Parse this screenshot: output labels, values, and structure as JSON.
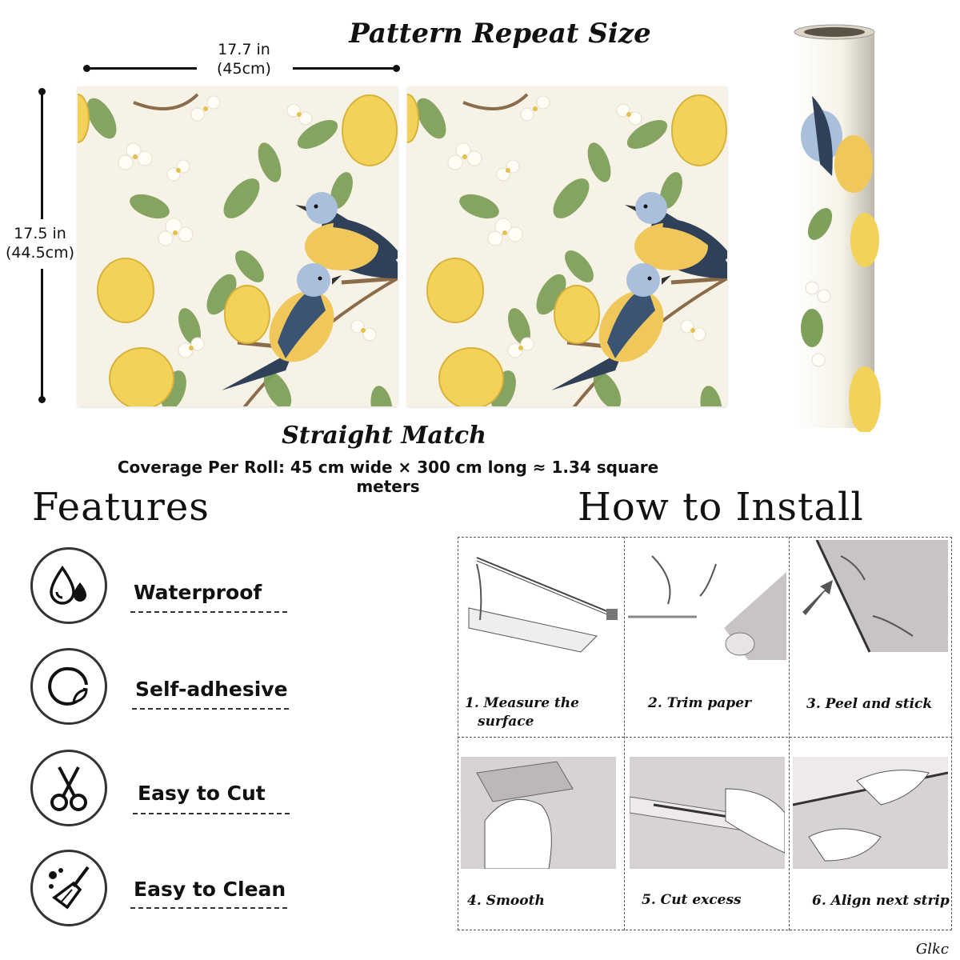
{
  "header": {
    "title": "Pattern Repeat Size",
    "width_in": "17.7 in",
    "width_cm": "(45cm)",
    "height_in": "17.5 in",
    "height_cm": "(44.5cm)"
  },
  "match": {
    "title": "Straight Match",
    "coverage": "Coverage Per Roll: 45 cm wide × 300 cm long ≈ 1.34 square meters"
  },
  "features": {
    "title": "Features",
    "items": [
      {
        "label": "Waterproof",
        "icon": "water-drops-icon"
      },
      {
        "label": "Self-adhesive",
        "icon": "peel-sticker-icon"
      },
      {
        "label": "Easy to Cut",
        "icon": "scissors-icon"
      },
      {
        "label": "Easy to Clean",
        "icon": "broom-icon"
      }
    ]
  },
  "install": {
    "title": "How to Install",
    "steps": [
      {
        "line1": "1. Measure the",
        "line2": "surface"
      },
      {
        "line1": "2. Trim paper",
        "line2": ""
      },
      {
        "line1": "3. Peel and stick",
        "line2": ""
      },
      {
        "line1": "4. Smooth",
        "line2": ""
      },
      {
        "line1": "5. Cut excess",
        "line2": ""
      },
      {
        "line1": "6. Align next strip",
        "line2": ""
      }
    ]
  },
  "brand": "Glkc",
  "colors": {
    "background": "#f6f2e6",
    "lemon": "#f3d25a",
    "leaf": "#7fa05a",
    "bird_blue": "#a9bfdc",
    "bird_dark": "#2f4058",
    "bird_belly": "#f0c75a"
  }
}
